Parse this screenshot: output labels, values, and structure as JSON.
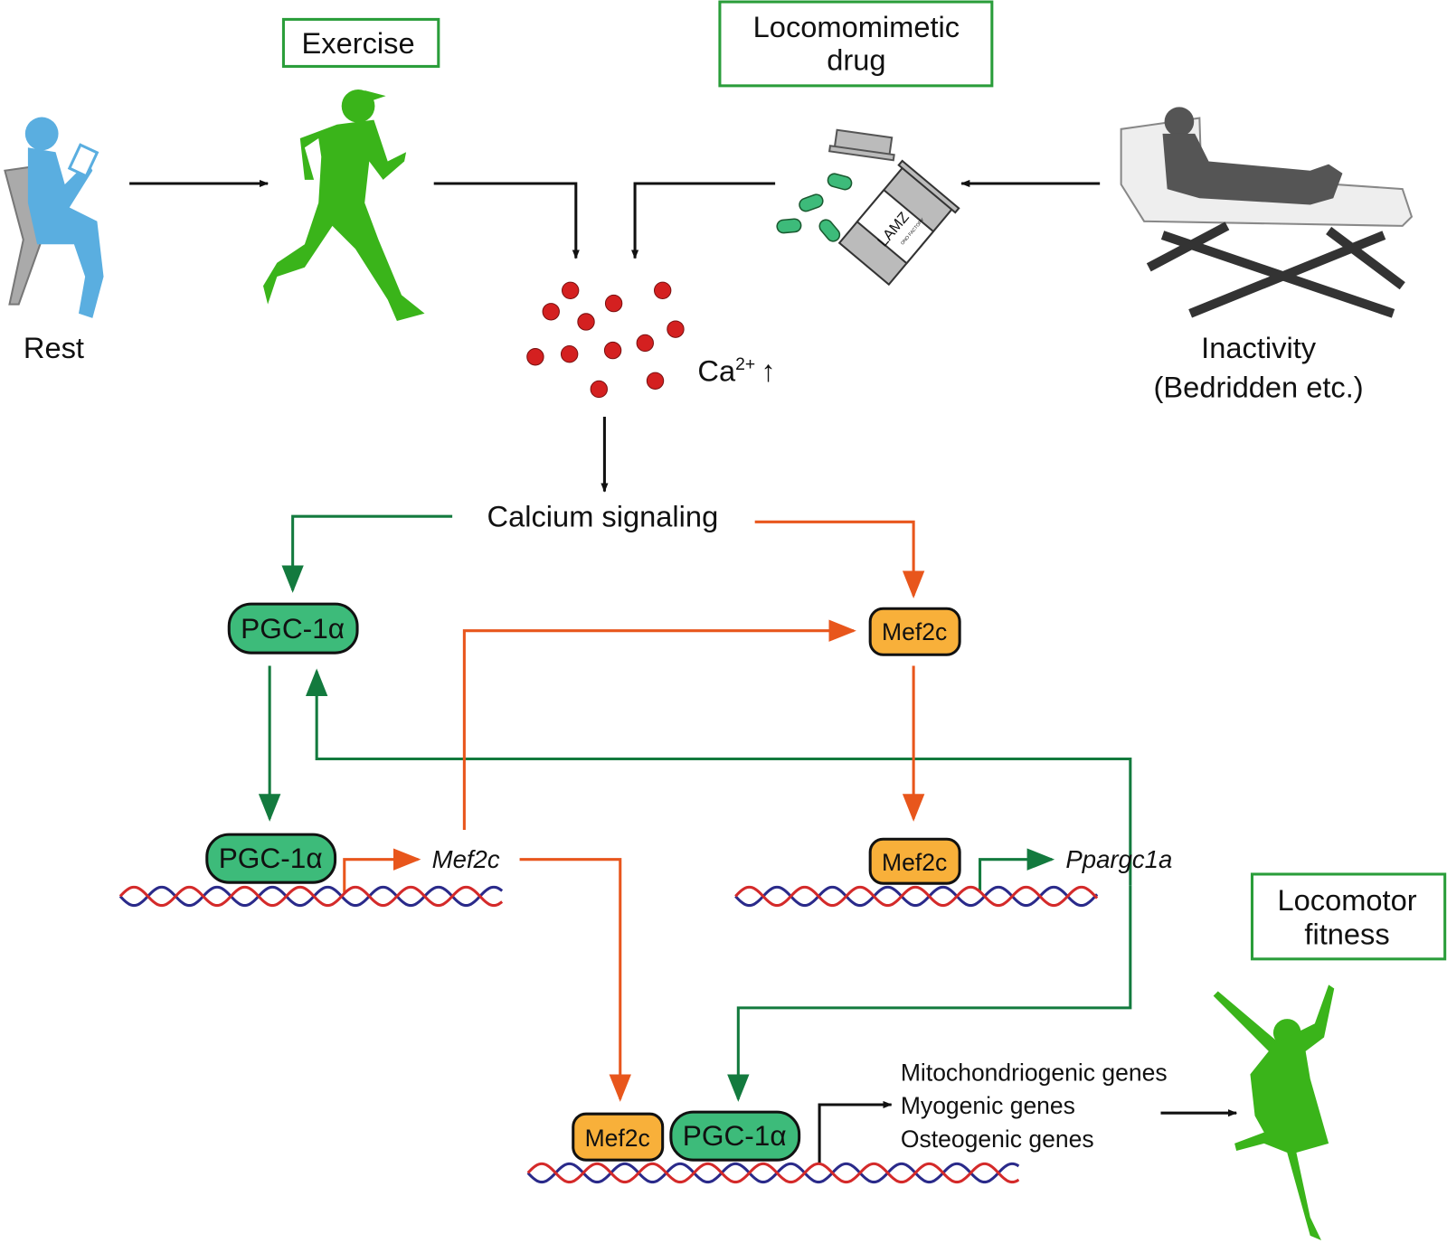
{
  "labels": {
    "exercise": "Exercise",
    "drug_line1": "Locomomimetic",
    "drug_line2": "drug",
    "rest": "Rest",
    "inactivity_line1": "Inactivity",
    "inactivity_line2": "(Bedridden etc.)",
    "calcium": "Ca",
    "calcium_charge": "2+",
    "calcium_arrow": "↑",
    "calcium_signaling": "Calcium signaling",
    "locomotor_line1": "Locomotor",
    "locomotor_line2": "fitness",
    "bottle_brand": "LAMZ",
    "bottle_sub": "ONO FACTORY"
  },
  "proteins": {
    "pgc": "PGC-1α",
    "mef2c": "Mef2c"
  },
  "genes": {
    "mef2c": "Mef2c",
    "ppargc1a": "Ppargc1a"
  },
  "targets": [
    "Mitochondriogenic genes",
    "Myogenic genes",
    "Osteogenic genes"
  ],
  "colors": {
    "box_border": "#2a9d3a",
    "green_arrow": "#137a3e",
    "orange_arrow": "#e8561c",
    "pgc_fill": "#3dbb7a",
    "mef2c_fill": "#f8b03a",
    "calcium_dot": "#d42020",
    "dna_red": "#d42a2a",
    "dna_blue": "#2a2a8a",
    "figure_green": "#3ab41a",
    "figure_blue": "#5aaee0"
  }
}
